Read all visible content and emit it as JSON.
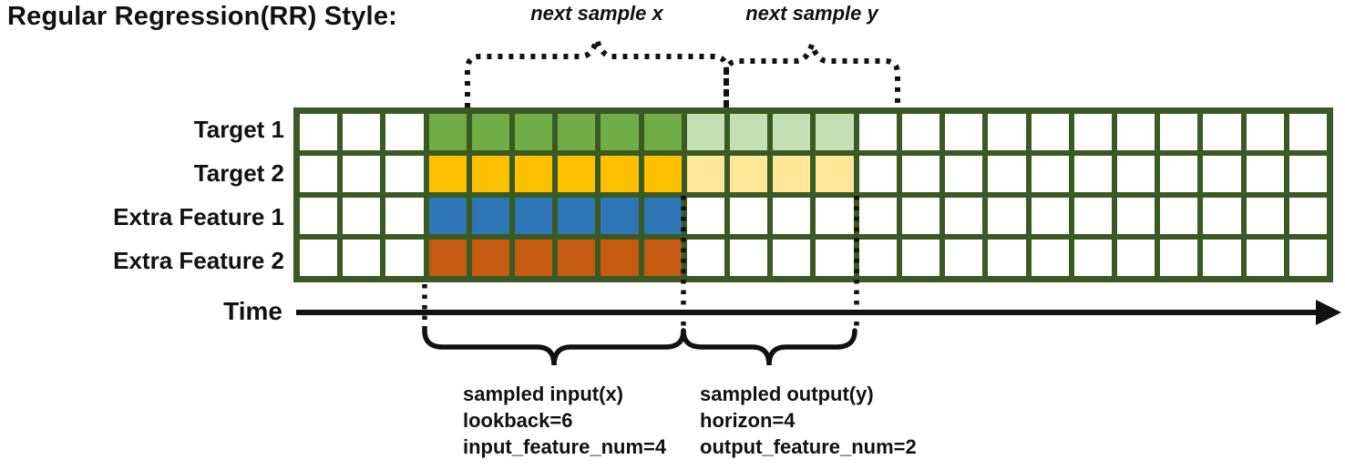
{
  "title": "Regular Regression(RR) Style:",
  "colors": {
    "grid_border": "#3A5A23",
    "cell_empty": "#FFFFFF",
    "target1_input": "#70AD47",
    "target1_output": "#C5E0B4",
    "target2_input": "#FFC000",
    "target2_output": "#FFE699",
    "extra1_input": "#2E75B6",
    "extra2_input": "#C55A11",
    "line_black": "#111111"
  },
  "grid": {
    "columns": 24,
    "input_start_index": 3,
    "lookback": 6,
    "horizon": 4,
    "rows": [
      {
        "label": "Target 1",
        "input_color": "#70AD47",
        "output_color": "#C5E0B4"
      },
      {
        "label": "Target 2",
        "input_color": "#FFC000",
        "output_color": "#FFE699"
      },
      {
        "label": "Extra Feature 1",
        "input_color": "#2E75B6",
        "output_color": "#FFFFFF"
      },
      {
        "label": "Extra Feature 2",
        "input_color": "#C55A11",
        "output_color": "#FFFFFF"
      }
    ]
  },
  "annotations": {
    "next_sample_x": "next sample x",
    "next_sample_y": "next sample y",
    "time_label": "Time",
    "input_lines": [
      "sampled input(x)",
      "lookback=6",
      "input_feature_num=4"
    ],
    "output_lines": [
      "sampled output(y)",
      "horizon=4",
      "output_feature_num=2"
    ]
  }
}
